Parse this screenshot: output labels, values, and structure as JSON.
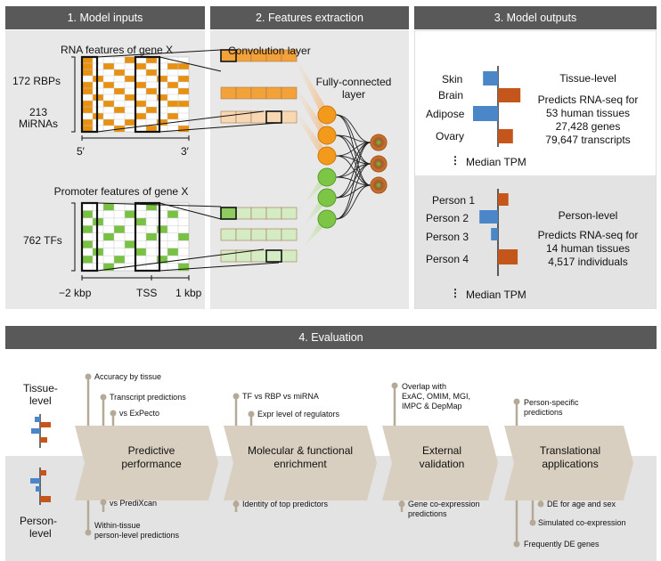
{
  "headers": {
    "inputs": "1. Model inputs",
    "features": "2. Features extraction",
    "outputs": "3. Model outputs",
    "evaluation": "4. Evaluation"
  },
  "inputs": {
    "rna_title": "RNA features of gene X",
    "rbps": "172 RBPs",
    "mirnas_line1": "213",
    "mirnas_line2": "MiRNAs",
    "five_prime": "5′",
    "three_prime": "3′",
    "promoter_title": "Promoter features of gene X",
    "tfs": "762 TFs",
    "minus2kbp": "−2 kbp",
    "tss": "TSS",
    "plus1kbp": "1 kbp"
  },
  "features": {
    "conv_layer": "Convolution layer",
    "fc_line1": "Fully-connected",
    "fc_line2": "layer"
  },
  "outputs": {
    "tissue_labels": [
      "Skin",
      "Brain",
      "Adipose",
      "Ovary"
    ],
    "tissue_values": [
      -0.6,
      0.9,
      -1.0,
      0.6
    ],
    "tissue_level": "Tissue-level",
    "tissue_desc": [
      "Predicts RNA-seq for",
      "53 human tissues",
      "27,428 genes",
      "79,647 transcripts"
    ],
    "ellipsis": "⋮",
    "median_tpm": "Median TPM",
    "person_labels": [
      "Person 1",
      "Person 2",
      "Person 3",
      "Person 4"
    ],
    "person_values": [
      0.45,
      -0.8,
      -0.3,
      0.85
    ],
    "person_level": "Person-level",
    "person_desc": [
      "Predicts RNA-seq for",
      "14 human tissues",
      "4,517 individuals"
    ]
  },
  "evaluation": {
    "tissue_line1": "Tissue-",
    "tissue_line2": "level",
    "person_line1": "Person-",
    "person_line2": "level",
    "arrows": [
      {
        "line1": "Predictive",
        "line2": "performance"
      },
      {
        "line1": "Molecular & functional",
        "line2": "enrichment"
      },
      {
        "line1": "External",
        "line2": "validation"
      },
      {
        "line1": "Translational",
        "line2": "applications"
      }
    ],
    "top_items": [
      "Accuracy by tissue",
      "Transcript predictions",
      "vs ExPecto",
      "TF vs RBP vs miRNA",
      "Expr level of regulators",
      "Overlap with",
      "ExAC, OMIM, MGI,",
      "IMPC & DepMap",
      "Person-specific",
      "predictions"
    ],
    "bottom_items": [
      "vs PrediXcan",
      "Within-tissue",
      "person-level predictions",
      "Identity of top predictors",
      "Gene co-expression",
      "predictions",
      "DE for age and sex",
      "Simulated co-expression",
      "Frequently DE genes"
    ]
  },
  "colors": {
    "orange": "#e8900f",
    "green": "#79c143",
    "blue": "#4a86c8",
    "rust": "#c4561c",
    "header": "#595959",
    "panel": "#e8e8e8",
    "arrow": "#d9cfc0"
  }
}
